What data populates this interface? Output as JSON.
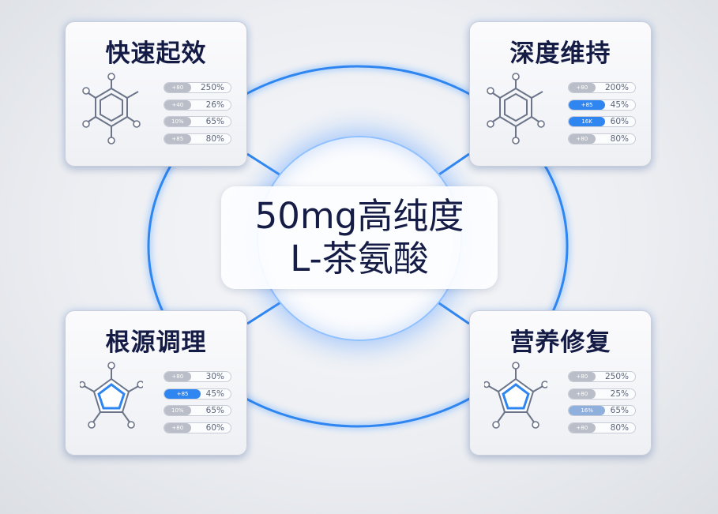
{
  "center": {
    "line1": "50mg高纯度",
    "line2": "L-茶氨酸"
  },
  "colors": {
    "accent": "#2f86f0",
    "gray_fill": "#b9bec8",
    "title": "#141b45"
  },
  "cards": [
    {
      "title": "快速起效",
      "molecule": "hexagon",
      "bars": [
        {
          "label": "+80",
          "value": "250%",
          "fill": "gray"
        },
        {
          "label": "+40",
          "value": "26%",
          "fill": "gray"
        },
        {
          "label": "10%",
          "value": "65%",
          "fill": "gray"
        },
        {
          "label": "+85",
          "value": "80%",
          "fill": "gray"
        }
      ]
    },
    {
      "title": "深度维持",
      "molecule": "hexagon",
      "bars": [
        {
          "label": "+80",
          "value": "200%",
          "fill": "gray"
        },
        {
          "label": "+85",
          "value": "45%",
          "fill": "blue"
        },
        {
          "label": "16K",
          "value": "60%",
          "fill": "blue"
        },
        {
          "label": "+80",
          "value": "80%",
          "fill": "gray"
        }
      ]
    },
    {
      "title": "根源调理",
      "molecule": "pentagon",
      "bars": [
        {
          "label": "+80",
          "value": "30%",
          "fill": "gray"
        },
        {
          "label": "+85",
          "value": "45%",
          "fill": "blue"
        },
        {
          "label": "10%",
          "value": "65%",
          "fill": "gray"
        },
        {
          "label": "+80",
          "value": "60%",
          "fill": "gray"
        }
      ]
    },
    {
      "title": "营养修复",
      "molecule": "pentagon",
      "bars": [
        {
          "label": "+80",
          "value": "250%",
          "fill": "gray"
        },
        {
          "label": "+80",
          "value": "25%",
          "fill": "gray"
        },
        {
          "label": "16%",
          "value": "65%",
          "fill": "lightblue"
        },
        {
          "label": "+80",
          "value": "80%",
          "fill": "gray"
        }
      ]
    }
  ]
}
